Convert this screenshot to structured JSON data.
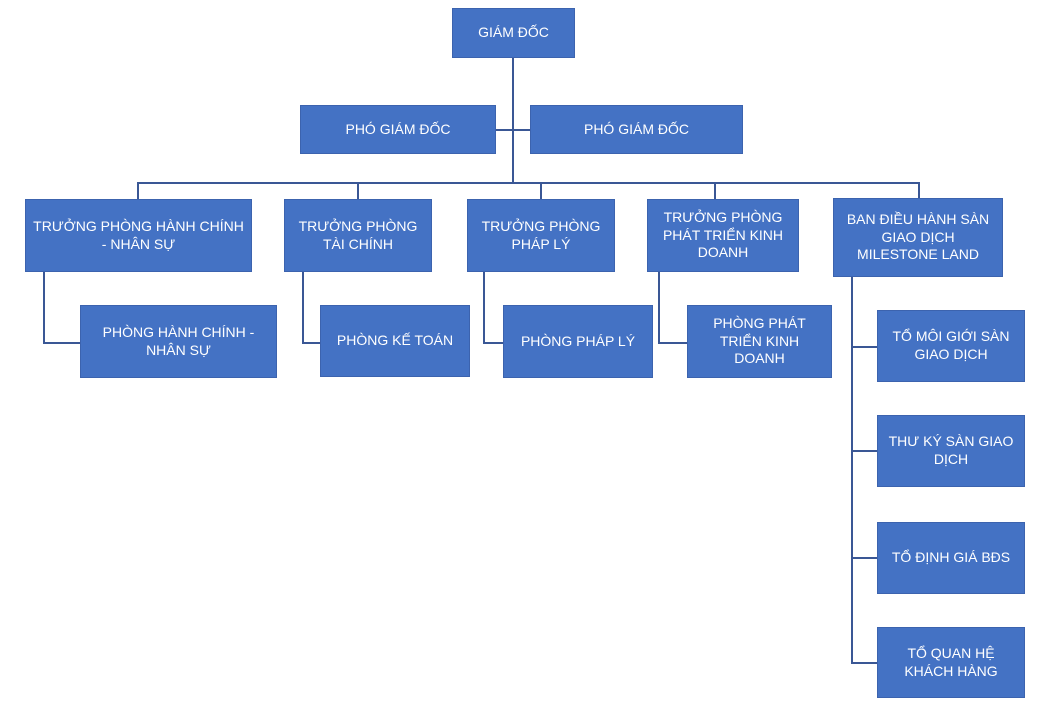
{
  "colors": {
    "node_fill": "#4472C4",
    "node_border": "#3C63AE",
    "connector": "#3A5795",
    "node_text": "#FFFFFF",
    "background": "#FFFFFF"
  },
  "org": {
    "root": {
      "label": "GIÁM ĐỐC"
    },
    "deputies": [
      {
        "label": "PHÓ GIÁM ĐỐC"
      },
      {
        "label": "PHÓ GIÁM ĐỐC"
      }
    ],
    "departments": [
      {
        "label": "TRƯỞNG PHÒNG HÀNH CHÍNH - NHÂN SỰ",
        "child": "PHÒNG HÀNH CHÍNH - NHÂN SỰ"
      },
      {
        "label": "TRƯỞNG PHÒNG TÀI CHÍNH",
        "child": "PHÒNG KẾ TOÁN"
      },
      {
        "label": "TRƯỞNG PHÒNG PHÁP LÝ",
        "child": "PHÒNG PHÁP LÝ"
      },
      {
        "label": "TRƯỞNG PHÒNG PHÁT TRIỂN KINH DOANH",
        "child": "PHÒNG PHÁT TRIỂN KINH DOANH"
      },
      {
        "label": "BAN ĐIỀU HÀNH SÀN GIAO DỊCH MILESTONE LAND",
        "children": [
          "TỔ MÔI GIỚI SÀN GIAO DỊCH",
          "THƯ KÝ SÀN GIAO DỊCH",
          "TỔ ĐỊNH GIÁ BĐS",
          "TỔ QUAN HỆ KHÁCH HÀNG"
        ]
      }
    ]
  }
}
